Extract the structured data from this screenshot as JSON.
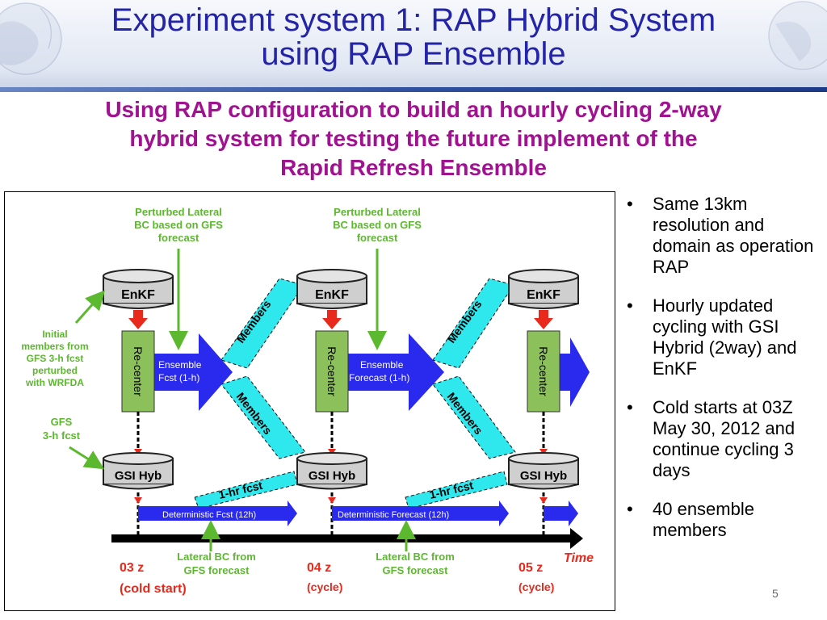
{
  "slide": {
    "title_line1": "Experiment system 1: RAP Hybrid System",
    "title_line2": "using RAP Ensemble",
    "subtitle_line1": "Using RAP configuration to build an hourly cycling 2-way",
    "subtitle_line2": "hybrid system for testing the future implement of the",
    "subtitle_line3": "Rapid Refresh Ensemble",
    "page_number": "5"
  },
  "bullets": [
    {
      "text": "Same 13km resolution and domain as operation RAP"
    },
    {
      "text": "Hourly updated cycling with GSI Hybrid (2way) and EnKF"
    },
    {
      "text": "Cold starts at 03Z May 30, 2012 and continue cycling 3 days"
    },
    {
      "text": "40 ensemble members"
    }
  ],
  "diagram": {
    "perturbed_bc": [
      "Perturbed Lateral",
      "BC based on GFS",
      "forecast"
    ],
    "enkf_label": "EnKF",
    "recenter_label": "Re-center",
    "gsi_label": "GSI Hyb",
    "members_label": "Members",
    "ensemble_fcst_1": [
      "Ensemble",
      "Fcst (1-h)"
    ],
    "ensemble_fcst_2": [
      "Ensemble",
      "Forecast (1-h)"
    ],
    "one_hr_fcst": "1-hr fcst",
    "det_fcst_1": "Deterministic Fcst (12h)",
    "det_fcst_2": "Deterministic Forecast (12h)",
    "initial_members": [
      "Initial",
      "members from",
      "GFS 3-h fcst",
      "perturbed",
      "with WRFDA"
    ],
    "gfs_fcst": [
      "GFS",
      "3-h fcst"
    ],
    "lateral_bc": [
      "Lateral BC from",
      "GFS forecast"
    ],
    "time_label": "Time",
    "cycle1": [
      "03 z",
      "(cold start)"
    ],
    "cycle2": [
      "04 z",
      "(cycle)"
    ],
    "cycle3": [
      "05 z",
      "(cycle)"
    ],
    "colors": {
      "green_text": "#5cb82e",
      "red": "#e8291c",
      "blue_arrow": "#2a2aee",
      "cyan": "#2ee8ee",
      "recenter_fill": "#8cc05a",
      "cylinder": "#cfcfcf"
    }
  }
}
